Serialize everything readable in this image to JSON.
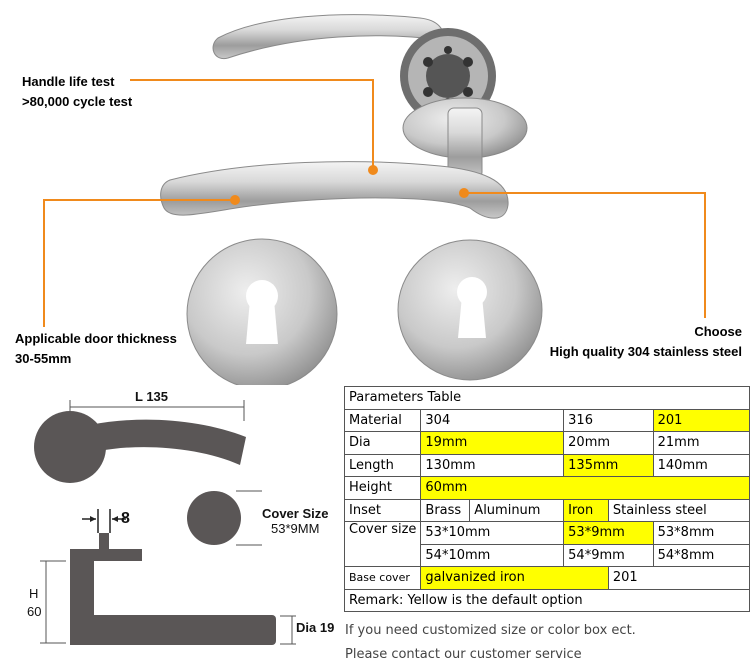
{
  "callouts": {
    "handle_life_title": "Handle life test",
    "handle_life_detail": ">80,000 cycle test",
    "door_thickness_title": "Applicable door thickness",
    "door_thickness_detail": "30-55mm",
    "material_title": "Choose",
    "material_detail": "High quality 304 stainless steel",
    "line_color": "#f08a1c"
  },
  "drawing": {
    "length_label": "L 135",
    "width_label": "8",
    "cover_title": "Cover Size",
    "cover_value": "53*9MM",
    "height_letter": "H",
    "height_value": "60",
    "dia_label": "Dia 19",
    "shape_color": "#5a5656"
  },
  "table": {
    "title": "Parameters Table",
    "highlight_color": "#ffff00",
    "material": {
      "label": "Material",
      "opt1": "304",
      "opt2": "316",
      "opt3": "201"
    },
    "dia": {
      "label": "Dia",
      "opt1": "19mm",
      "opt2": "20mm",
      "opt3": "21mm"
    },
    "length": {
      "label": "Length",
      "opt1": "130mm",
      "opt2": "135mm",
      "opt3": "140mm"
    },
    "height": {
      "label": "Height",
      "value": "60mm"
    },
    "inset": {
      "label": "Inset",
      "opt1": "Brass",
      "opt2": "Aluminum",
      "opt3": "Iron",
      "opt4": "Stainless steel"
    },
    "cover": {
      "label": "Cover size",
      "r1c1": "53*10mm",
      "r1c2": "53*9mm",
      "r1c3": "53*8mm",
      "r2c1": "54*10mm",
      "r2c2": "54*9mm",
      "r2c3": "54*8mm"
    },
    "base_cover": {
      "label": "Base cover",
      "opt1": "galvanized iron",
      "opt2": "201"
    },
    "remark": "Remark: Yellow is the default option"
  },
  "notes": {
    "line1": "If you need customized size or color box ect.",
    "line2": "Please contact our customer service"
  }
}
